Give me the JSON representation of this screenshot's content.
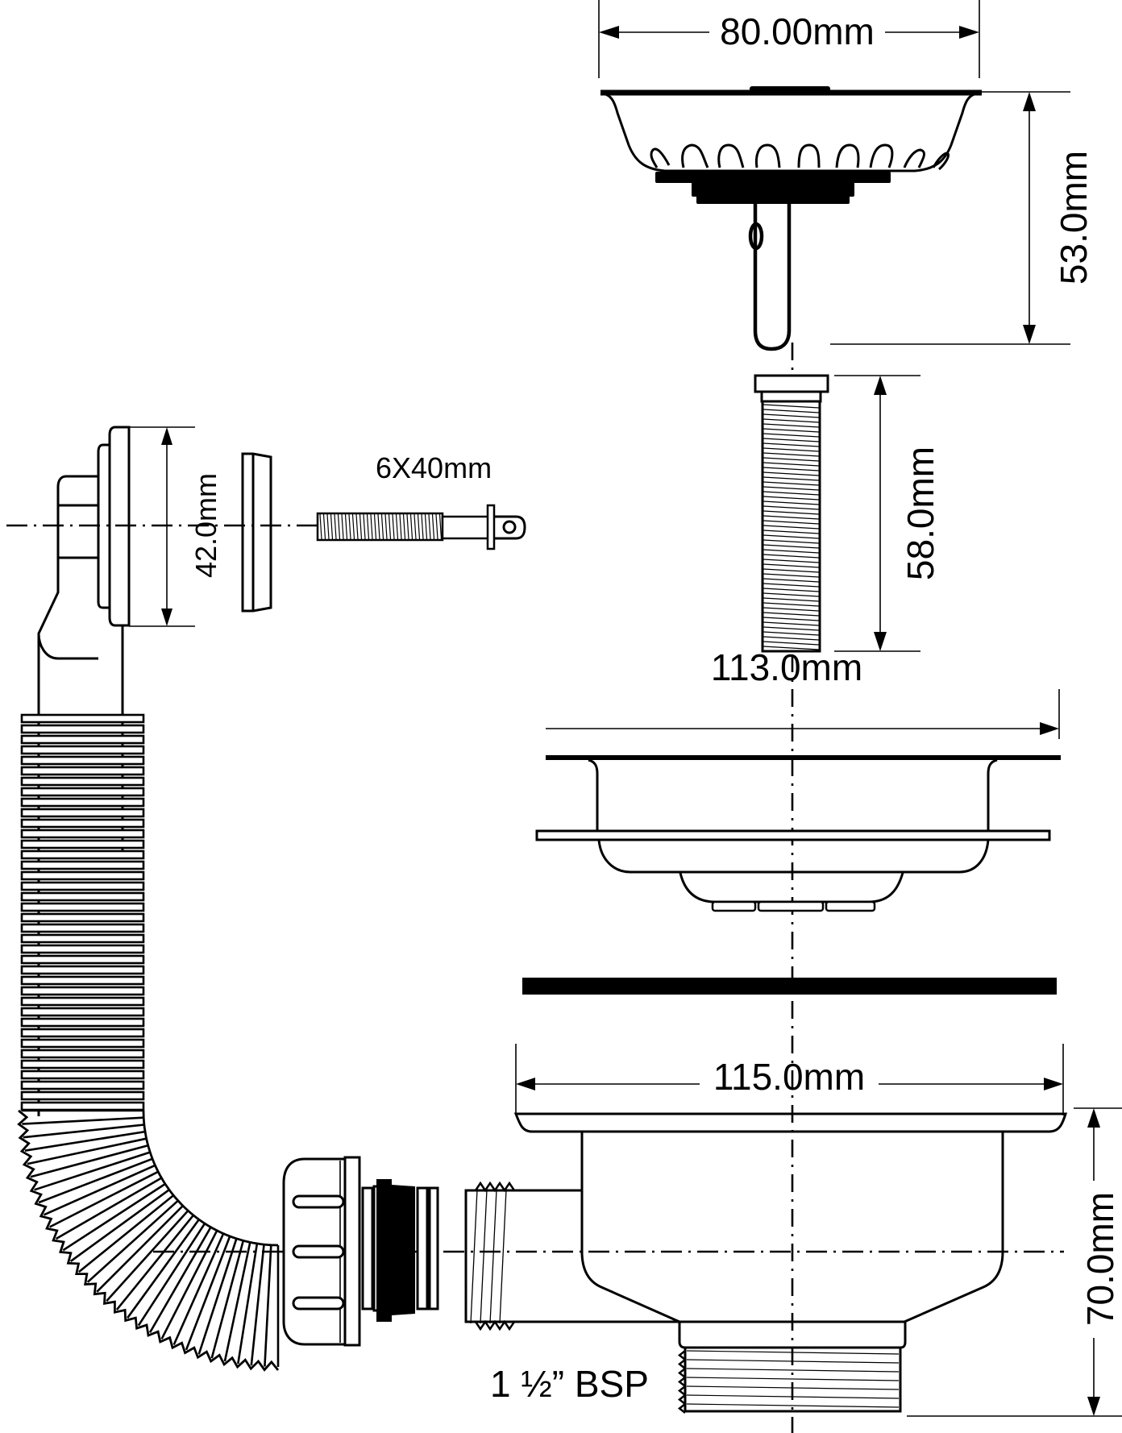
{
  "drawing": {
    "title": "Sink waste kit with overflow — exploded technical drawing",
    "background": "#ffffff",
    "line_color": "#000000"
  },
  "dimensions": {
    "strainer_basket_diameter": "80.00mm",
    "strainer_basket_height": "53.0mm",
    "connecting_bolt_length": "58.0mm",
    "top_flange_diameter": "113.0mm",
    "body_flange_diameter": "115.0mm",
    "body_height": "70.0mm",
    "overflow_diameter": "42.0mm",
    "overflow_screw": "6X40mm",
    "outlet_thread": "1 ½” BSP"
  },
  "parts": [
    {
      "id": "strainer-basket",
      "label": "Strainer basket plug"
    },
    {
      "id": "connecting-bolt",
      "label": "Threaded connecting bolt"
    },
    {
      "id": "top-flange",
      "label": "Top flange / basket housing"
    },
    {
      "id": "sealing-washer",
      "label": "Sealing washer"
    },
    {
      "id": "waste-body",
      "label": "Waste body with side outlet"
    },
    {
      "id": "overflow-head",
      "label": "Overflow head"
    },
    {
      "id": "overflow-washer",
      "label": "Overflow washer"
    },
    {
      "id": "overflow-screw",
      "label": "Overflow screw"
    },
    {
      "id": "flexible-hose",
      "label": "Flexible corrugated overflow hose"
    },
    {
      "id": "hose-nut",
      "label": "Union nut with seal"
    }
  ]
}
